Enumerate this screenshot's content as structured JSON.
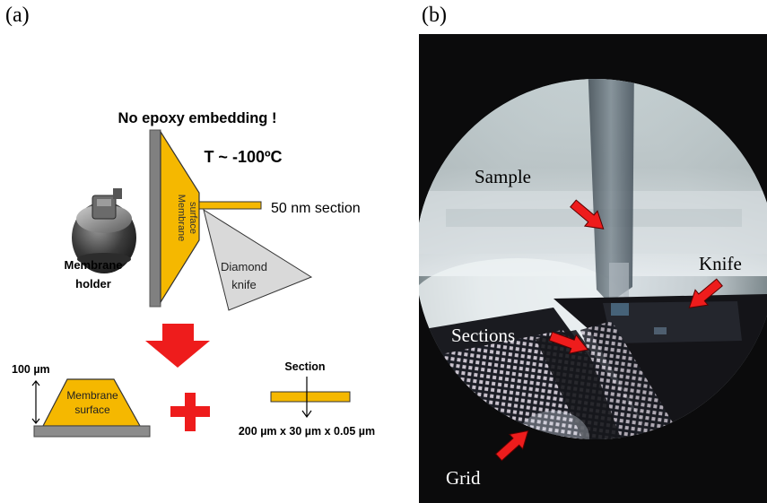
{
  "panel_a": {
    "label": "(a)",
    "title": "No epoxy embedding !",
    "temperature": "T ~ -100ºC",
    "section_thickness": "50 nm section",
    "membrane_holder": [
      "Membrane",
      "holder"
    ],
    "membrane_surface": [
      "Membrane",
      "surface"
    ],
    "diamond_knife": [
      "Diamond",
      "knife"
    ],
    "height_label": "100 µm",
    "bottom_membrane": [
      "Membrane",
      "surface"
    ],
    "section_title": "Section",
    "section_dimensions": "200 µm x 30 µm x 0.05 µm",
    "colors": {
      "membrane": "#f5b800",
      "arrow": "#ee1c1c",
      "knife": "#d9d9d9",
      "holder_bar": "#808080"
    }
  },
  "panel_b": {
    "label": "(b)",
    "annotations": {
      "sample": "Sample",
      "knife": "Knife",
      "sections": "Sections",
      "grid": "Grid"
    }
  }
}
